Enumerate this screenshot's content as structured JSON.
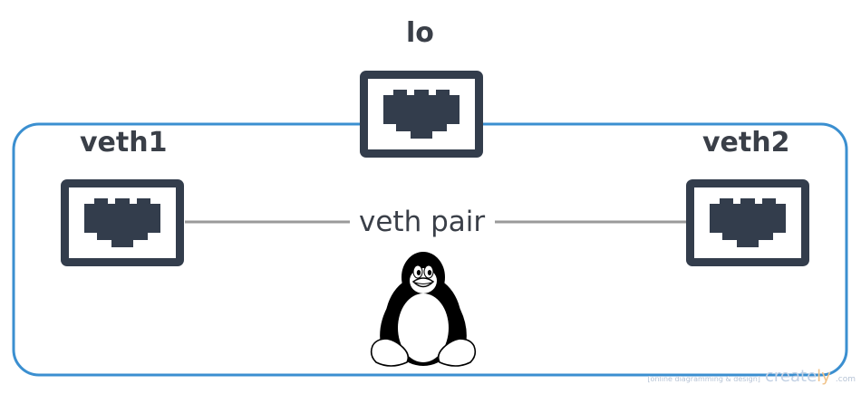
{
  "nodes": {
    "lo": {
      "label": "lo"
    },
    "veth1": {
      "label": "veth1"
    },
    "veth2": {
      "label": "veth2"
    }
  },
  "edge": {
    "label": "veth pair"
  },
  "watermark": {
    "tagline": "[online diagramming & design]",
    "logo_main": "create",
    "logo_accent": "ly",
    "logo_suffix": ".com"
  },
  "colors": {
    "namespace_border": "#3b8fd0",
    "port_dark": "#333d4c",
    "edge_line": "#9a9a9a",
    "text": "#3a3f48"
  },
  "icons": {
    "port": "ethernet-port-icon",
    "os": "tux-penguin-icon"
  }
}
